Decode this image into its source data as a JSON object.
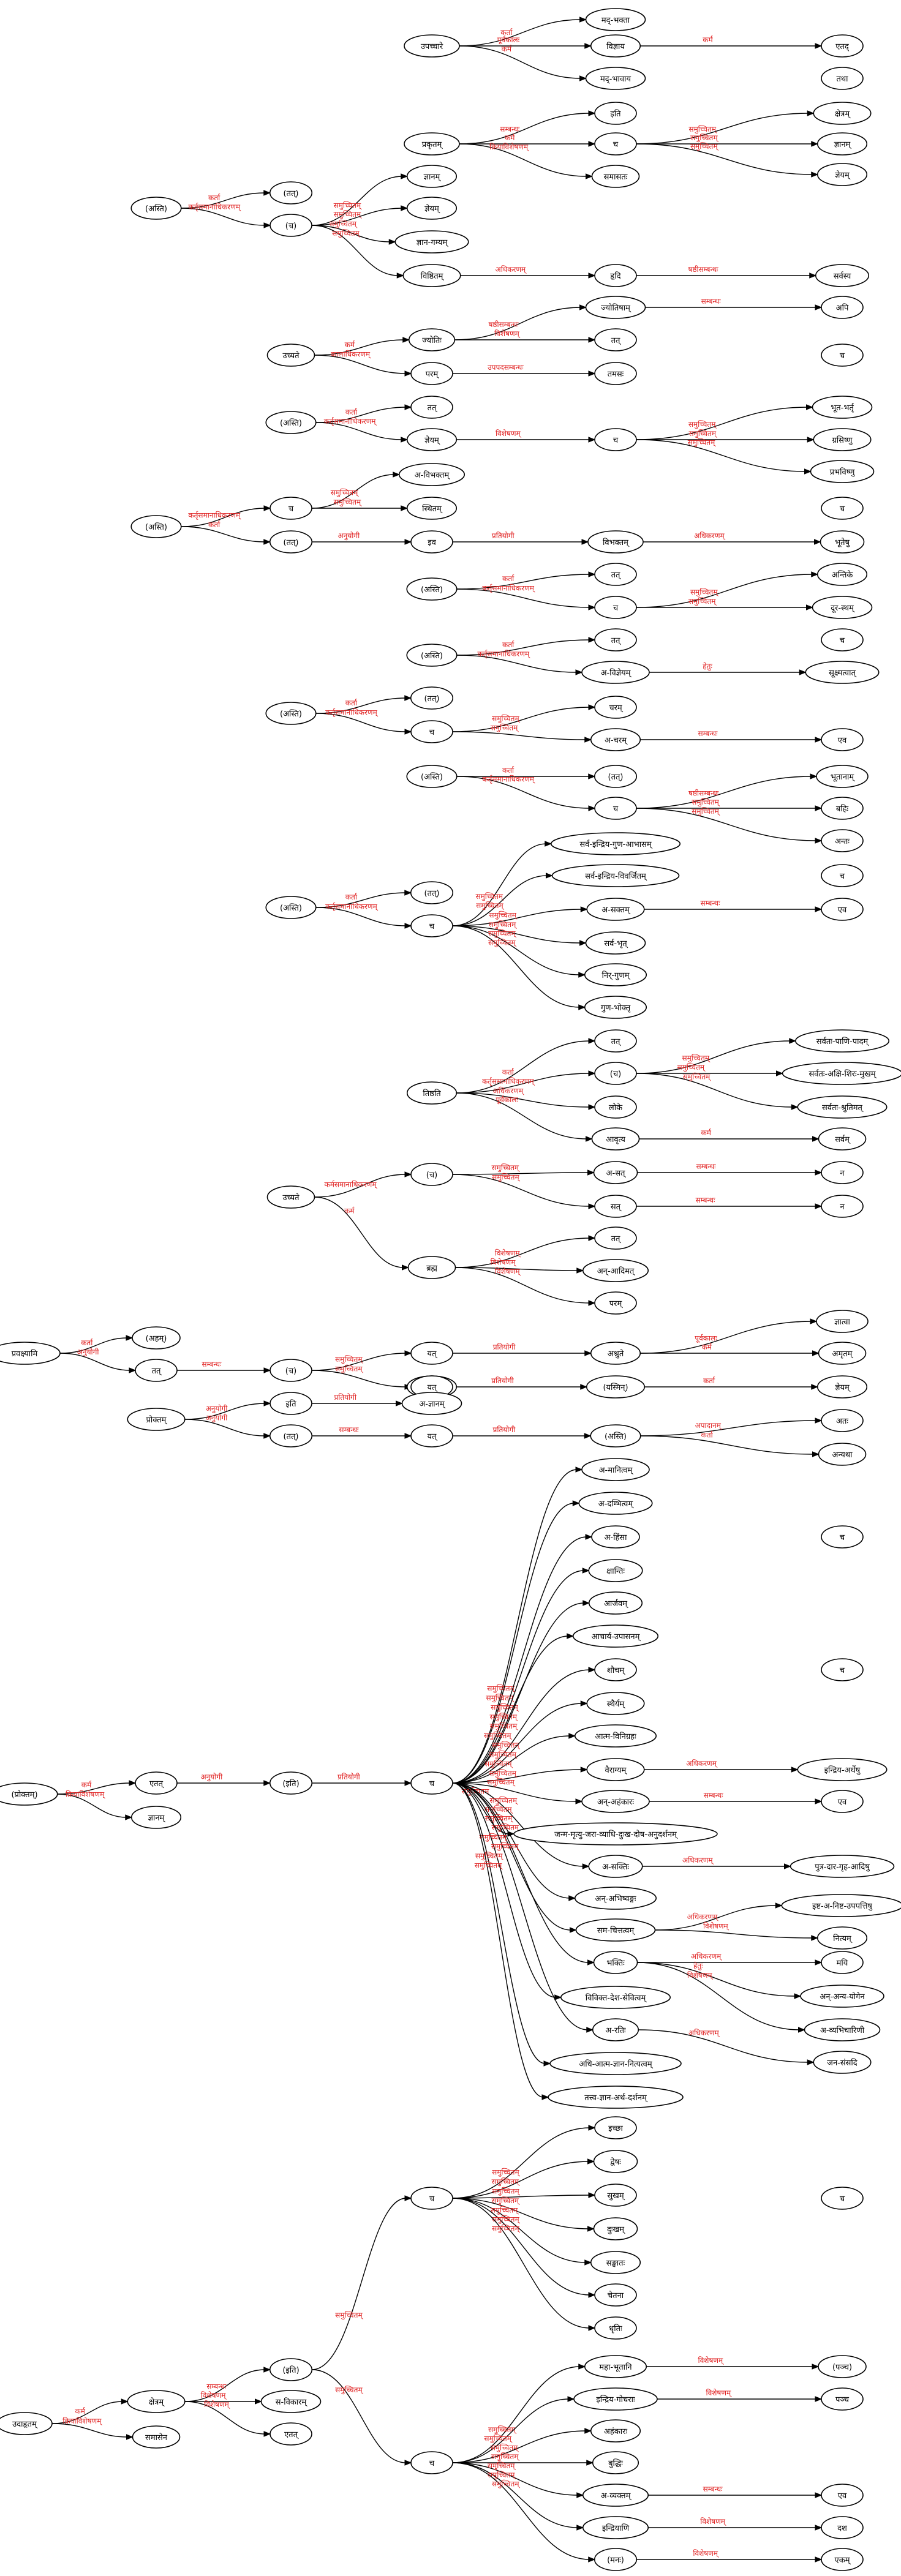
{
  "diagram": {
    "title": "",
    "nodes": {
      "a1": "उपच्चारे",
      "a2": "मद्-भक्ता",
      "a3": "विज्ञाय",
      "a4": "एतद्",
      "a5": "मद्-भावाय",
      "a6": "तथा",
      "b1": "प्रकृतम्",
      "b2": "इति",
      "b3": "च",
      "b4": "क्षेत्रम्",
      "b5": "ज्ञानम्",
      "b6": "ज्ञेयम्",
      "b7": "समासतः",
      "b8": "(अस्ति)",
      "b9": "(तत्)",
      "b10": "(च)",
      "b11": "ज्ञानम्",
      "b12": "ज्ञेयम्",
      "b13": "ज्ञान-गम्यम्",
      "b14": "विष्ठितम्",
      "b15": "हृदि",
      "b16": "सर्वस्य",
      "c1": "उच्यते",
      "c2": "ज्योतिः",
      "c3": "ज्योतिषाम्",
      "c4": "अपि",
      "c5": "तत्",
      "c6": "परम्",
      "c7": "तमसः",
      "c8": "च",
      "d1": "(अस्ति)",
      "d2": "तत्",
      "d3": "ज्ञेयम्",
      "d4": "च",
      "d5": "भूत-भर्तृ",
      "d6": "ग्रसिष्णु",
      "d7": "प्रभविष्णु",
      "e1": "(अस्ति)",
      "e2": "च",
      "e3": "अ-विभक्तम्",
      "e4": "स्थितम्",
      "e5": "(तत्)",
      "e6": "इव",
      "e7": "विभक्तम्",
      "e8": "भूतेषु",
      "e9": "च",
      "f1": "(अस्ति)",
      "f2": "तत्",
      "f3": "च",
      "f4": "अन्तिके",
      "f5": "दूर-स्थम्",
      "g1": "(अस्ति)",
      "g2": "तत्",
      "g3": "अ-विज्ञेयम्",
      "g4": "सूक्ष्मत्वात्",
      "g5": "च",
      "h1": "(अस्ति)",
      "h2": "(तत्)",
      "h3": "च",
      "h4": "चरम्",
      "h5": "अ-चरम्",
      "h6": "एव",
      "i1": "(अस्ति)",
      "i2": "(तत्)",
      "i3": "च",
      "i4": "भूतानाम्",
      "i5": "बहिः",
      "i6": "अन्तः",
      "j1": "(अस्ति)",
      "j2": "(तत्)",
      "j3": "च",
      "j4": "सर्व-इन्द्रिय-गुण-आभासम्",
      "j5": "सर्व-इन्द्रिय-विवर्जितम्",
      "j6": "अ-सक्तम्",
      "j7": "एव",
      "j8": "सर्व-भृत्",
      "j9": "निर्-गुणम्",
      "j10": "गुण-भोक्तृ",
      "j11": "च",
      "k1": "तिष्ठति",
      "k2": "तत्",
      "k3": "(च)",
      "k4": "सर्वतः-पाणि-पादम्",
      "k5": "सर्वतः-अक्षि-शिरः-मुखम्",
      "k6": "सर्वतः-श्रुतिमत्",
      "k7": "लोके",
      "k8": "आवृत्य",
      "k9": "सर्वम्",
      "l1": "उच्यते",
      "l2": "(च)",
      "l3": "अ-सत्",
      "l4": "न",
      "l5": "सत्",
      "l6": "न",
      "l7": "ब्रह्म",
      "l8": "तत्",
      "l9": "अन्-आदिमत्",
      "l10": "परम्",
      "m1": "प्रवक्ष्यामि",
      "m2": "(अहम्)",
      "m3": "तत्",
      "m4": "(च)",
      "m5": "यत्",
      "m6": "ज्ञेयम्",
      "m7": "अश्नुते",
      "m8": "ज्ञात्वा",
      "m9": "अमृतम्",
      "m10": "यत्",
      "m11": "(यस्मिन्)",
      "m12": "ज्ञेयम्",
      "n1": "प्रोक्तम्",
      "n2": "इति",
      "n3": "अ-ज्ञानम्",
      "n4": "(तत्)",
      "n5": "यत्",
      "n6": "(अस्ति)",
      "n7": "अतः",
      "n8": "अन्यथा",
      "o1": "(प्रोक्तम्)",
      "o2": "एतत्",
      "o3": "ज्ञानम्",
      "o4": "(इति)",
      "o5": "च",
      "o6": "अ-मानित्वम्",
      "o7": "अ-दम्भित्वम्",
      "o8": "अ-हिंसा",
      "o9": "क्षान्तिः",
      "o10": "आर्जवम्",
      "o11": "आचार्य-उपासनम्",
      "o12": "शौचम्",
      "o13": "स्थैर्यम्",
      "o14": "आत्म-विनिग्रहः",
      "o15": "वैराग्यम्",
      "o16": "इन्द्रिय-अर्थेषु",
      "o17": "अन्-अहंकारः",
      "o18": "एव",
      "o19": "जन्म-मृत्यु-जरा-व्याधि-दुःख-दोष-अनुदर्शनम्",
      "o20": "अ-सक्तिः",
      "o21": "पुत्र-दार-गृह-आदिषु",
      "o22": "अन्-अभिष्वङ्गः",
      "o23": "सम-चित्तत्वम्",
      "o24": "इष्ट-अ-निष्ट-उपपत्तिषु",
      "o25": "नित्यम्",
      "o26": "भक्तिः",
      "o27": "मयि",
      "o28": "अन्-अन्य-योगेन",
      "o29": "अ-व्यभिचारिणी",
      "o30": "विविक्त-देश-सेवित्वम्",
      "o31": "अ-रतिः",
      "o32": "जन-संसदि",
      "o33": "अधि-आत्म-ज्ञान-नित्यत्वम्",
      "o34": "तत्त्व-ज्ञान-अर्थ-दर्शनम्",
      "o35": "च",
      "o36": "च",
      "p1": "उदाहृतम्",
      "p2": "क्षेत्रम्",
      "p3": "समासेन",
      "p4": "(इति)",
      "p5": "स-विकारम्",
      "p6": "एतत्",
      "p7": "च",
      "p8": "इच्छा",
      "p9": "द्वेषः",
      "p10": "सुखम्",
      "p11": "दुःखम्",
      "p12": "सङ्घातः",
      "p13": "चेतना",
      "p14": "धृतिः",
      "p15": "च",
      "p16": "महा-भूतानि",
      "p17": "(पञ्च)",
      "p18": "इन्द्रिय-गोचराः",
      "p19": "पञ्च",
      "p20": "अहंकारः",
      "p21": "बुद्धिः",
      "p22": "अ-व्यक्तम्",
      "p23": "एव",
      "p24": "इन्द्रियाणि",
      "p25": "दश",
      "p26": "(मनः)",
      "p27": "एकम्",
      "p28": "च"
    },
    "edges": [
      {
        "from": "a1",
        "to": "a2",
        "label": "कर्ता"
      },
      {
        "from": "a1",
        "to": "a3",
        "label": "पूर्वकालः"
      },
      {
        "from": "a1",
        "to": "a5",
        "label": "कर्म"
      },
      {
        "from": "a3",
        "to": "a4",
        "label": "कर्म"
      },
      {
        "from": "b1",
        "to": "b2",
        "label": "सम्बन्धः"
      },
      {
        "from": "b1",
        "to": "b3",
        "label": "कर्म"
      },
      {
        "from": "b1",
        "to": "b7",
        "label": "क्रियाविशेषणम्"
      },
      {
        "from": "b3",
        "to": "b4",
        "label": "समुच्चितम्"
      },
      {
        "from": "b3",
        "to": "b5",
        "label": "समुच्चितम्"
      },
      {
        "from": "b3",
        "to": "b6",
        "label": "समुच्चितम्"
      },
      {
        "from": "b8",
        "to": "b9",
        "label": "कर्ता"
      },
      {
        "from": "b8",
        "to": "b10",
        "label": "कर्तृसमानाधिकरणम्"
      },
      {
        "from": "b10",
        "to": "b11",
        "label": "समुच्चितम्"
      },
      {
        "from": "b10",
        "to": "b12",
        "label": "समुच्चितम्"
      },
      {
        "from": "b10",
        "to": "b13",
        "label": "समुच्चितम्"
      },
      {
        "from": "b10",
        "to": "b14",
        "label": "समुच्चितम्"
      },
      {
        "from": "b14",
        "to": "b15",
        "label": "अधिकरणम्"
      },
      {
        "from": "b15",
        "to": "b16",
        "label": "षष्ठीसम्बन्धः"
      },
      {
        "from": "c1",
        "to": "c2",
        "label": "कर्म"
      },
      {
        "from": "c1",
        "to": "c6",
        "label": "कालाधिकरणम्"
      },
      {
        "from": "c2",
        "to": "c3",
        "label": "षष्ठीसम्बन्धः"
      },
      {
        "from": "c2",
        "to": "c5",
        "label": "विशेषणम्"
      },
      {
        "from": "c3",
        "to": "c4",
        "label": "सम्बन्धः"
      },
      {
        "from": "c6",
        "to": "c7",
        "label": "उपपदसम्बन्धः"
      },
      {
        "from": "d1",
        "to": "d2",
        "label": "कर्ता"
      },
      {
        "from": "d1",
        "to": "d3",
        "label": "कर्तृसमानाधिकरणम्"
      },
      {
        "from": "d3",
        "to": "d4",
        "label": "विशेषणम्"
      },
      {
        "from": "d4",
        "to": "d5",
        "label": "समुच्चितम्"
      },
      {
        "from": "d4",
        "to": "d6",
        "label": "समुच्चितम्"
      },
      {
        "from": "d4",
        "to": "d7",
        "label": "समुच्चितम्"
      },
      {
        "from": "e1",
        "to": "e2",
        "label": "कर्तृसमानाधिकरणम्"
      },
      {
        "from": "e1",
        "to": "e5",
        "label": "कर्ता"
      },
      {
        "from": "e2",
        "to": "e3",
        "label": "समुच्चितम्"
      },
      {
        "from": "e2",
        "to": "e4",
        "label": "समुच्चितम्"
      },
      {
        "from": "e5",
        "to": "e6",
        "label": "अनुयोगी"
      },
      {
        "from": "e6",
        "to": "e7",
        "label": "प्रतियोगी"
      },
      {
        "from": "e7",
        "to": "e8",
        "label": "अधिकरणम्"
      },
      {
        "from": "f1",
        "to": "f2",
        "label": "कर्ता"
      },
      {
        "from": "f1",
        "to": "f3",
        "label": "कर्तृसमानाधिकरणम्"
      },
      {
        "from": "f3",
        "to": "f4",
        "label": "समुच्चितम्"
      },
      {
        "from": "f3",
        "to": "f5",
        "label": "समुच्चितम्"
      },
      {
        "from": "g1",
        "to": "g2",
        "label": "कर्ता"
      },
      {
        "from": "g1",
        "to": "g3",
        "label": "कर्तृसमानाधिकरणम्"
      },
      {
        "from": "g3",
        "to": "g4",
        "label": "हेतुः"
      },
      {
        "from": "h1",
        "to": "h2",
        "label": "कर्ता"
      },
      {
        "from": "h1",
        "to": "h3",
        "label": "कर्तृसमानाधिकरणम्"
      },
      {
        "from": "h3",
        "to": "h4",
        "label": "समुच्चितम्"
      },
      {
        "from": "h3",
        "to": "h5",
        "label": "समुच्चितम्"
      },
      {
        "from": "h5",
        "to": "h6",
        "label": "सम्बन्धः"
      },
      {
        "from": "i1",
        "to": "i2",
        "label": "कर्ता"
      },
      {
        "from": "i1",
        "to": "i3",
        "label": "कर्तृसमानाधिकरणम्"
      },
      {
        "from": "i3",
        "to": "i4",
        "label": "षष्ठीसम्बन्धः"
      },
      {
        "from": "i3",
        "to": "i5",
        "label": "समुच्चितम्"
      },
      {
        "from": "i3",
        "to": "i6",
        "label": "समुच्चितम्"
      },
      {
        "from": "j1",
        "to": "j2",
        "label": "कर्ता"
      },
      {
        "from": "j1",
        "to": "j3",
        "label": "कर्तृसमानाधिकरणम्"
      },
      {
        "from": "j3",
        "to": "j4",
        "label": "समुच्चितम्"
      },
      {
        "from": "j3",
        "to": "j5",
        "label": "समुच्चितम्"
      },
      {
        "from": "j3",
        "to": "j6",
        "label": "समुच्चितम्"
      },
      {
        "from": "j3",
        "to": "j8",
        "label": "समुच्चितम्"
      },
      {
        "from": "j3",
        "to": "j9",
        "label": "समुच्चितम्"
      },
      {
        "from": "j3",
        "to": "j10",
        "label": "समुच्चितम्"
      },
      {
        "from": "j6",
        "to": "j7",
        "label": "सम्बन्धः"
      },
      {
        "from": "k1",
        "to": "k2",
        "label": "कर्ता"
      },
      {
        "from": "k1",
        "to": "k3",
        "label": "कर्तृसमानाधिकरणम्"
      },
      {
        "from": "k1",
        "to": "k7",
        "label": "अधिकरणम्"
      },
      {
        "from": "k1",
        "to": "k8",
        "label": "पूर्वकालः"
      },
      {
        "from": "k3",
        "to": "k4",
        "label": "समुच्चितम्"
      },
      {
        "from": "k3",
        "to": "k5",
        "label": "समुच्चितम्"
      },
      {
        "from": "k3",
        "to": "k6",
        "label": "समुच्चितम्"
      },
      {
        "from": "k8",
        "to": "k9",
        "label": "कर्म"
      },
      {
        "from": "l1",
        "to": "l2",
        "label": "कर्मसमानाधिकरणम्"
      },
      {
        "from": "l1",
        "to": "l7",
        "label": "कर्म"
      },
      {
        "from": "l2",
        "to": "l3",
        "label": "समुच्चितम्"
      },
      {
        "from": "l2",
        "to": "l5",
        "label": "समुच्चितम्"
      },
      {
        "from": "l3",
        "to": "l4",
        "label": "सम्बन्धः"
      },
      {
        "from": "l5",
        "to": "l6",
        "label": "सम्बन्धः"
      },
      {
        "from": "l7",
        "to": "l8",
        "label": "विशेषणम्"
      },
      {
        "from": "l7",
        "to": "l9",
        "label": "विशेषणम्"
      },
      {
        "from": "l7",
        "to": "l10",
        "label": "विशेषणम्"
      },
      {
        "from": "m1",
        "to": "m2",
        "label": "कर्ता"
      },
      {
        "from": "m1",
        "to": "m3",
        "label": "अनुयोगी"
      },
      {
        "from": "m3",
        "to": "m4",
        "label": "सम्बन्धः"
      },
      {
        "from": "m4",
        "to": "m5",
        "label": "समुच्चितम्"
      },
      {
        "from": "m4",
        "to": "m10",
        "label": "समुच्चितम्"
      },
      {
        "from": "m5",
        "to": "m7",
        "label": "प्रतियोगी"
      },
      {
        "from": "m7",
        "to": "m8",
        "label": "पूर्वकालः"
      },
      {
        "from": "m7",
        "to": "m9",
        "label": "कर्म"
      },
      {
        "from": "m10",
        "to": "m11",
        "label": "प्रतियोगी"
      },
      {
        "from": "m11",
        "to": "m12",
        "label": "कर्ता"
      },
      {
        "from": "n1",
        "to": "n2",
        "label": "अनुयोगी"
      },
      {
        "from": "n1",
        "to": "n4",
        "label": "अनुयोगी"
      },
      {
        "from": "n2",
        "to": "n3",
        "label": "प्रतियोगी"
      },
      {
        "from": "n4",
        "to": "n5",
        "label": "सम्बन्धः"
      },
      {
        "from": "n5",
        "to": "n6",
        "label": "प्रतियोगी"
      },
      {
        "from": "n6",
        "to": "n7",
        "label": "अपादानम्"
      },
      {
        "from": "n6",
        "to": "n8",
        "label": "कर्ता"
      },
      {
        "from": "o1",
        "to": "o2",
        "label": "कर्म"
      },
      {
        "from": "o1",
        "to": "o3",
        "label": "क्रियाविशेषणम्"
      },
      {
        "from": "o2",
        "to": "o4",
        "label": "अनुयोगी"
      },
      {
        "from": "o4",
        "to": "o5",
        "label": "प्रतियोगी"
      },
      {
        "from": "o5",
        "to": "o6",
        "label": "समुच्चितम्"
      },
      {
        "from": "o5",
        "to": "o7",
        "label": "समुच्चितम्"
      },
      {
        "from": "o5",
        "to": "o8",
        "label": "समुच्चितम्"
      },
      {
        "from": "o5",
        "to": "o9",
        "label": "समुच्चितम्"
      },
      {
        "from": "o5",
        "to": "o10",
        "label": "समुच्चितम्"
      },
      {
        "from": "o5",
        "to": "o11",
        "label": "समुच्चितम्"
      },
      {
        "from": "o5",
        "to": "o12",
        "label": "समुच्चितम्"
      },
      {
        "from": "o5",
        "to": "o13",
        "label": "समुच्चितम्"
      },
      {
        "from": "o5",
        "to": "o14",
        "label": "समुच्चितम्"
      },
      {
        "from": "o5",
        "to": "o15",
        "label": "समुच्चितम्"
      },
      {
        "from": "o5",
        "to": "o17",
        "label": "समुच्चितम्"
      },
      {
        "from": "o5",
        "to": "o19",
        "label": "समुच्चितम्"
      },
      {
        "from": "o5",
        "to": "o20",
        "label": "समुच्चितम्"
      },
      {
        "from": "o5",
        "to": "o22",
        "label": "समुच्चितम्"
      },
      {
        "from": "o5",
        "to": "o23",
        "label": "समुच्चितम्"
      },
      {
        "from": "o5",
        "to": "o26",
        "label": "समुच्चितम्"
      },
      {
        "from": "o5",
        "to": "o30",
        "label": "समुच्चितम्"
      },
      {
        "from": "o5",
        "to": "o31",
        "label": "समुच्चितम्"
      },
      {
        "from": "o5",
        "to": "o33",
        "label": "समुच्चितम्"
      },
      {
        "from": "o5",
        "to": "o34",
        "label": "समुच्चितम्"
      },
      {
        "from": "o15",
        "to": "o16",
        "label": "अधिकरणम्"
      },
      {
        "from": "o17",
        "to": "o18",
        "label": "सम्बन्धः"
      },
      {
        "from": "o20",
        "to": "o21",
        "label": "अधिकरणम्"
      },
      {
        "from": "o23",
        "to": "o24",
        "label": "अधिकरणम्"
      },
      {
        "from": "o23",
        "to": "o25",
        "label": "विशेषणम्"
      },
      {
        "from": "o26",
        "to": "o27",
        "label": "अधिकरणम्"
      },
      {
        "from": "o26",
        "to": "o28",
        "label": "हेतुः"
      },
      {
        "from": "o26",
        "to": "o29",
        "label": "विशेषणम्"
      },
      {
        "from": "o31",
        "to": "o32",
        "label": "अधिकरणम्"
      },
      {
        "from": "p1",
        "to": "p2",
        "label": "कर्म"
      },
      {
        "from": "p1",
        "to": "p3",
        "label": "क्रियाविशेषणम्"
      },
      {
        "from": "p2",
        "to": "p4",
        "label": "सम्बन्धः"
      },
      {
        "from": "p2",
        "to": "p5",
        "label": "विशेषणम्"
      },
      {
        "from": "p2",
        "to": "p6",
        "label": "विशेषणम्"
      },
      {
        "from": "p4",
        "to": "p7",
        "label": "समुच्चितम्"
      },
      {
        "from": "p4",
        "to": "p15",
        "label": "समुच्चितम्"
      },
      {
        "from": "p7",
        "to": "p8",
        "label": "समुच्चितम्"
      },
      {
        "from": "p7",
        "to": "p9",
        "label": "समुच्चितम्"
      },
      {
        "from": "p7",
        "to": "p10",
        "label": "समुच्चितम्"
      },
      {
        "from": "p7",
        "to": "p11",
        "label": "समुच्चितम्"
      },
      {
        "from": "p7",
        "to": "p12",
        "label": "समुच्चितम्"
      },
      {
        "from": "p7",
        "to": "p13",
        "label": "समुच्चितम्"
      },
      {
        "from": "p7",
        "to": "p14",
        "label": "समुच्चितम्"
      },
      {
        "from": "p15",
        "to": "p16",
        "label": "समुच्चितम्"
      },
      {
        "from": "p15",
        "to": "p18",
        "label": "समुच्चितम्"
      },
      {
        "from": "p15",
        "to": "p20",
        "label": "समुच्चितम्"
      },
      {
        "from": "p15",
        "to": "p21",
        "label": "समुच्चितम्"
      },
      {
        "from": "p15",
        "to": "p22",
        "label": "समुच्चितम्"
      },
      {
        "from": "p15",
        "to": "p24",
        "label": "समुच्चितम्"
      },
      {
        "from": "p15",
        "to": "p26",
        "label": "समुच्चितम्"
      },
      {
        "from": "p16",
        "to": "p17",
        "label": "विशेषणम्"
      },
      {
        "from": "p18",
        "to": "p19",
        "label": "विशेषणम्"
      },
      {
        "from": "p22",
        "to": "p23",
        "label": "सम्बन्धः"
      },
      {
        "from": "p24",
        "to": "p25",
        "label": "विशेषणम्"
      },
      {
        "from": "p26",
        "to": "p27",
        "label": "विशेषणम्"
      }
    ]
  }
}
